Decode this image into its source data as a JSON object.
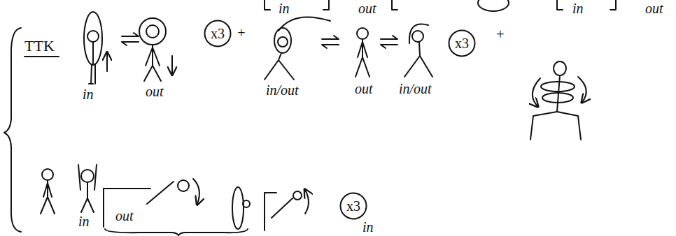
{
  "diagram": {
    "nodes": [
      {
        "text": [
          "x3"
        ]
      },
      {
        "text": [
          "x3"
        ]
      },
      {
        "text": [
          "x3"
        ]
      }
    ],
    "labels": [
      "in",
      "out",
      "in",
      "out",
      "TTK",
      "in",
      "out",
      "+",
      "in/out",
      "out",
      "in/out",
      "+",
      "in",
      "out",
      "in"
    ]
  }
}
